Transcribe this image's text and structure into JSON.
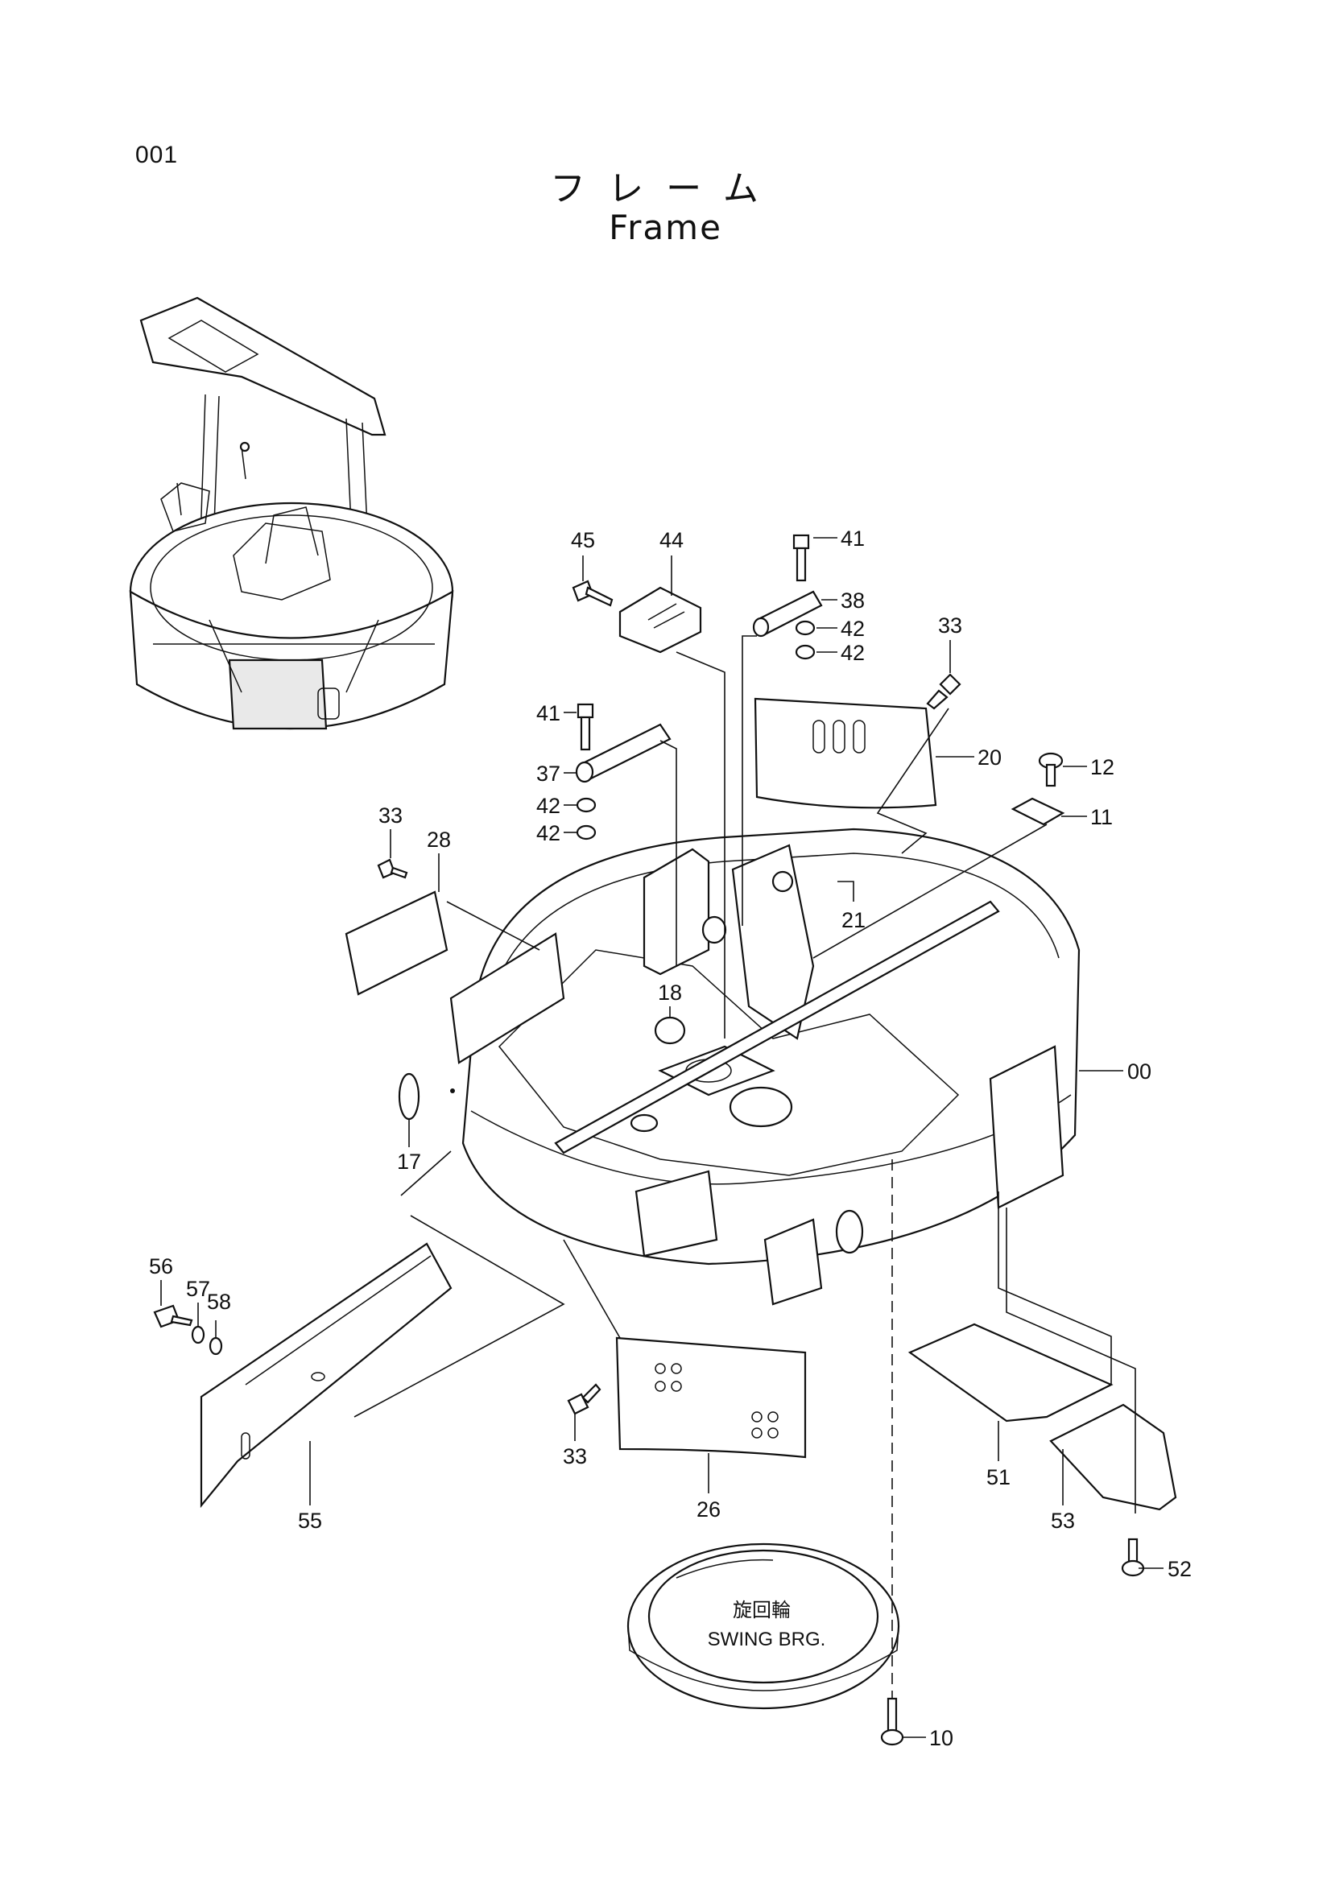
{
  "page_number": "001",
  "title_japanese": "フレーム",
  "title_english": "Frame",
  "bearing_label_japanese": "旋回輪",
  "bearing_label_english": "SWING BRG.",
  "callouts": [
    "45",
    "44",
    "41",
    "38",
    "42",
    "42",
    "33",
    "20",
    "12",
    "11",
    "41",
    "37",
    "42",
    "42",
    "33",
    "28",
    "21",
    "18",
    "00",
    "17",
    "56",
    "57",
    "58",
    "55",
    "33",
    "26",
    "51",
    "53",
    "52",
    "10"
  ]
}
